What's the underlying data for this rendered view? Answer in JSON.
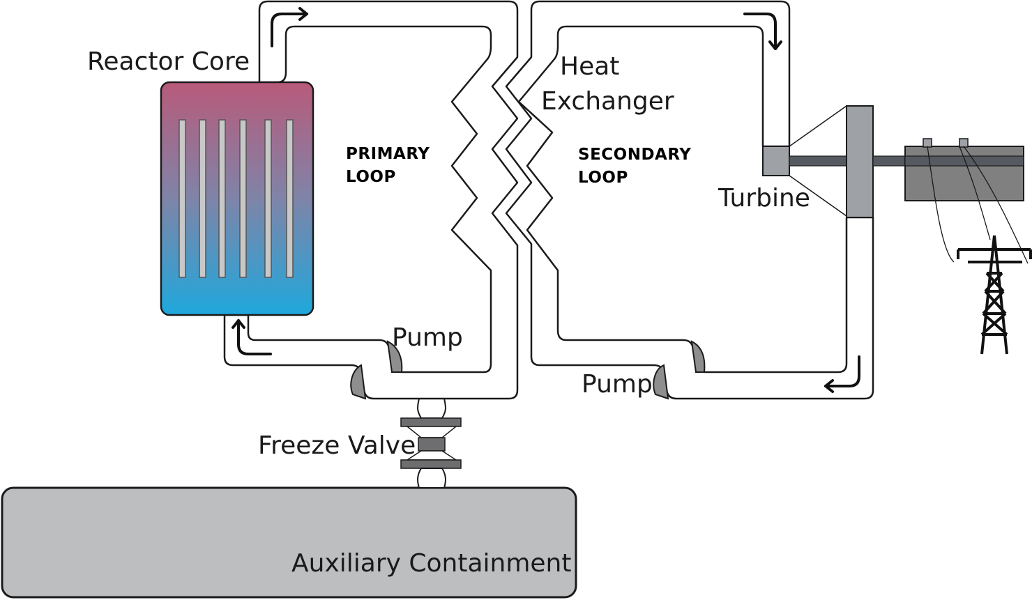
{
  "labels": {
    "reactor_core": "Reactor Core",
    "heat_exchanger_line1": "Heat",
    "heat_exchanger_line2": "Exchanger",
    "primary_loop_line1": "PRIMARY",
    "primary_loop_line2": "LOOP",
    "secondary_loop_line1": "SECONDARY",
    "secondary_loop_line2": "LOOP",
    "turbine": "Turbine",
    "pump_primary": "Pump",
    "pump_secondary": "Pump",
    "freeze_valve": "Freeze Valve",
    "auxiliary_containment": "Auxiliary Containment"
  },
  "colors": {
    "hot": "#d8285a",
    "mid": "#8c7aa4",
    "cold": "#00aeea",
    "core_top": "#b85a7a",
    "core_bottom": "#1fa8dc",
    "fuel_rod": "#c8c8c8",
    "pump": "#8e8e8e",
    "valve": "#6e6e70",
    "containment": "#bdbec0",
    "turbine": "#9ea1a6",
    "shaft": "#555a60",
    "generator": "#808080"
  },
  "icons": {
    "flow_arrow": "curved-flow-arrow-icon",
    "power_tower": "transmission-tower-icon"
  }
}
